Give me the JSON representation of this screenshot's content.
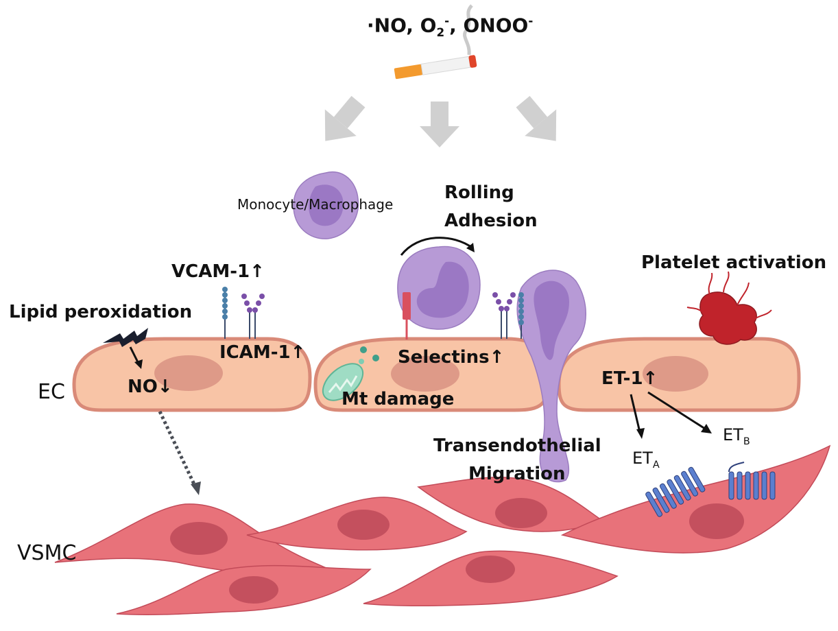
{
  "title_species": {
    "no": "·NO, O",
    "o2_sub": "2",
    "o2_sup": "-",
    "sep": ", ",
    "onoo": "ONOO",
    "onoo_sup": "-"
  },
  "labels": {
    "monocyte": "Monocyte/Macrophage",
    "rolling_line1": "Rolling",
    "rolling_line2": "Adhesion",
    "platelet": "Platelet activation",
    "vcam": "VCAM-1↑",
    "icam": "ICAM-1↑",
    "lipid": "Lipid peroxidation",
    "no_down": "NO↓",
    "ec": "EC",
    "selectins": "Selectins↑",
    "mt_damage": "Mt damage",
    "et1": "ET-1↑",
    "eta_main": "ET",
    "eta_sub": "A",
    "etb_main": "ET",
    "etb_sub": "B",
    "transendo_line1": "Transendothelial",
    "transendo_line2": "Migration",
    "vsmc": "VSMC"
  },
  "colors": {
    "ec_fill": "#f8c4a6",
    "ec_stroke": "#d98a78",
    "ec_nucleus": "#de9a88",
    "vsmc_fill": "#e8727a",
    "vsmc_stroke": "#c24a58",
    "vsmc_nucleus": "#c4505e",
    "monocyte_fill": "#b79ad6",
    "monocyte_stroke": "#9a7bbf",
    "monocyte_nucleus": "#9b78c4",
    "platelet": "#c0232b",
    "receptor_blue": "#5b7fcf",
    "gray_arrow": "#cfcfcf",
    "mito": "#9fdcc4"
  }
}
